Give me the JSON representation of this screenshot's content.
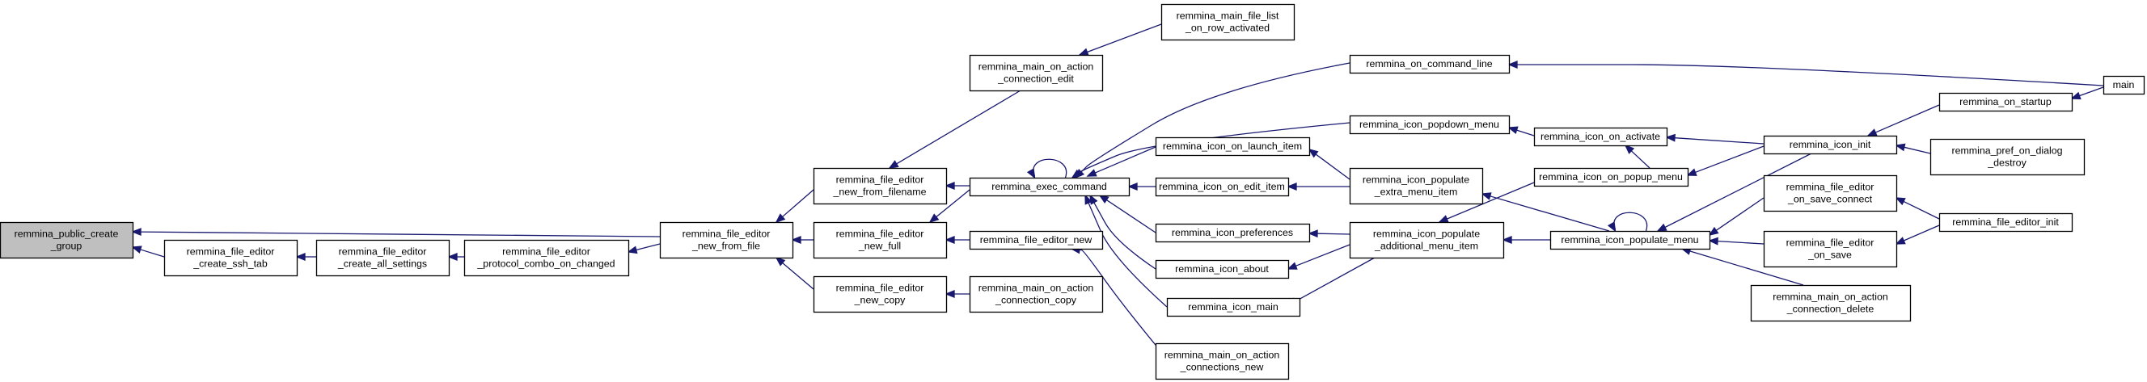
{
  "diagram": {
    "nodes": [
      {
        "id": "n0",
        "lines": [
          "remmina_public_create",
          "_group"
        ],
        "highlight": true
      },
      {
        "id": "n1",
        "lines": [
          "remmina_file_editor",
          "_create_ssh_tab"
        ]
      },
      {
        "id": "n2",
        "lines": [
          "remmina_file_editor",
          "_create_all_settings"
        ]
      },
      {
        "id": "n3",
        "lines": [
          "remmina_file_editor",
          "_protocol_combo_on_changed"
        ]
      },
      {
        "id": "n4",
        "lines": [
          "remmina_file_editor",
          "_new_from_file"
        ]
      },
      {
        "id": "n5",
        "lines": [
          "remmina_file_editor",
          "_new_from_filename"
        ]
      },
      {
        "id": "n6",
        "lines": [
          "remmina_file_editor",
          "_new_full"
        ]
      },
      {
        "id": "n7",
        "lines": [
          "remmina_file_editor",
          "_new_copy"
        ]
      },
      {
        "id": "n8",
        "lines": [
          "remmina_main_on_action",
          "_connection_edit"
        ]
      },
      {
        "id": "n9",
        "lines": [
          "remmina_exec_command"
        ]
      },
      {
        "id": "n10",
        "lines": [
          "remmina_file_editor_new"
        ]
      },
      {
        "id": "n11",
        "lines": [
          "remmina_main_on_action",
          "_connection_copy"
        ]
      },
      {
        "id": "n12",
        "lines": [
          "remmina_main_file_list",
          "_on_row_activated"
        ]
      },
      {
        "id": "n13",
        "lines": [
          "remmina_on_command_line"
        ]
      },
      {
        "id": "n14",
        "lines": [
          "remmina_icon_popdown_menu"
        ]
      },
      {
        "id": "n15",
        "lines": [
          "remmina_icon_on_launch_item"
        ]
      },
      {
        "id": "n16",
        "lines": [
          "remmina_icon_on_edit_item"
        ]
      },
      {
        "id": "n17",
        "lines": [
          "remmina_icon_preferences"
        ]
      },
      {
        "id": "n18",
        "lines": [
          "remmina_icon_about"
        ]
      },
      {
        "id": "n19",
        "lines": [
          "remmina_icon_main"
        ]
      },
      {
        "id": "n20",
        "lines": [
          "remmina_main_on_action",
          "_connections_new"
        ]
      },
      {
        "id": "n21",
        "lines": [
          "remmina_icon_populate",
          "_extra_menu_item"
        ]
      },
      {
        "id": "n22",
        "lines": [
          "remmina_icon_populate",
          "_additional_menu_item"
        ]
      },
      {
        "id": "n23",
        "lines": [
          "remmina_icon_on_activate"
        ]
      },
      {
        "id": "n24",
        "lines": [
          "remmina_icon_on_popup_menu"
        ]
      },
      {
        "id": "n25",
        "lines": [
          "remmina_icon_populate_menu"
        ]
      },
      {
        "id": "n26",
        "lines": [
          "remmina_icon_init"
        ]
      },
      {
        "id": "n27",
        "lines": [
          "remmina_file_editor",
          "_on_save_connect"
        ]
      },
      {
        "id": "n28",
        "lines": [
          "remmina_file_editor",
          "_on_save"
        ]
      },
      {
        "id": "n29",
        "lines": [
          "remmina_main_on_action",
          "_connection_delete"
        ]
      },
      {
        "id": "n30",
        "lines": [
          "remmina_on_startup"
        ]
      },
      {
        "id": "n31",
        "lines": [
          "remmina_pref_on_dialog",
          "_destroy"
        ]
      },
      {
        "id": "n32",
        "lines": [
          "remmina_file_editor_init"
        ]
      },
      {
        "id": "n33",
        "lines": [
          "main"
        ]
      }
    ],
    "edges": [
      {
        "from": "n1",
        "to": "n0"
      },
      {
        "from": "n4",
        "to": "n0"
      },
      {
        "from": "n2",
        "to": "n1"
      },
      {
        "from": "n3",
        "to": "n2"
      },
      {
        "from": "n4",
        "to": "n3"
      },
      {
        "from": "n5",
        "to": "n4"
      },
      {
        "from": "n6",
        "to": "n4"
      },
      {
        "from": "n7",
        "to": "n4"
      },
      {
        "from": "n8",
        "to": "n5"
      },
      {
        "from": "n9",
        "to": "n5"
      },
      {
        "from": "n9",
        "to": "n6"
      },
      {
        "from": "n10",
        "to": "n6"
      },
      {
        "from": "n11",
        "to": "n7"
      },
      {
        "from": "n12",
        "to": "n8"
      },
      {
        "from": "n9",
        "to": "n9"
      },
      {
        "from": "n13",
        "to": "n9"
      },
      {
        "from": "n14",
        "to": "n9"
      },
      {
        "from": "n15",
        "to": "n9"
      },
      {
        "from": "n16",
        "to": "n9"
      },
      {
        "from": "n17",
        "to": "n9"
      },
      {
        "from": "n18",
        "to": "n9"
      },
      {
        "from": "n19",
        "to": "n9"
      },
      {
        "from": "n20",
        "to": "n10"
      },
      {
        "from": "n33",
        "to": "n13"
      },
      {
        "from": "n23",
        "to": "n14"
      },
      {
        "from": "n21",
        "to": "n15"
      },
      {
        "from": "n21",
        "to": "n16"
      },
      {
        "from": "n22",
        "to": "n17"
      },
      {
        "from": "n22",
        "to": "n18"
      },
      {
        "from": "n22",
        "to": "n19"
      },
      {
        "from": "n26",
        "to": "n23"
      },
      {
        "from": "n24",
        "to": "n23"
      },
      {
        "from": "n25",
        "to": "n21"
      },
      {
        "from": "n24",
        "to": "n22"
      },
      {
        "from": "n25",
        "to": "n22"
      },
      {
        "from": "n26",
        "to": "n24"
      },
      {
        "from": "n25",
        "to": "n25"
      },
      {
        "from": "n27",
        "to": "n25"
      },
      {
        "from": "n28",
        "to": "n25"
      },
      {
        "from": "n29",
        "to": "n25"
      },
      {
        "from": "n30",
        "to": "n26"
      },
      {
        "from": "n31",
        "to": "n26"
      },
      {
        "from": "n32",
        "to": "n27"
      },
      {
        "from": "n32",
        "to": "n28"
      },
      {
        "from": "n33",
        "to": "n30"
      }
    ],
    "colors": {
      "edge": "#191970",
      "node_fill": "#ffffff",
      "highlight_fill": "#bfbfbf",
      "node_stroke": "#000000"
    }
  }
}
